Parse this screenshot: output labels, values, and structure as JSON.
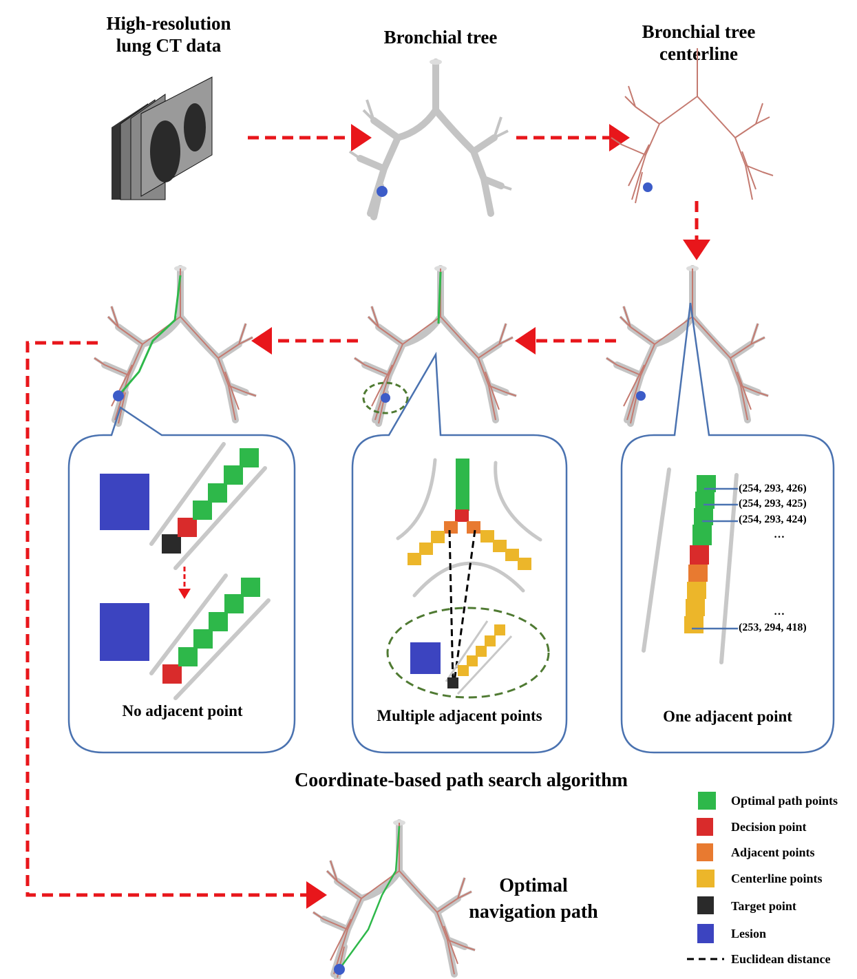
{
  "stages": {
    "ct": {
      "title_line1": "High-resolution",
      "title_line2": "lung CT data"
    },
    "tree": {
      "title": "Bronchial tree"
    },
    "centerline": {
      "title_line1": "Bronchial tree",
      "title_line2": "centerline"
    },
    "optimal": {
      "title_line1": "Optimal",
      "title_line2": "navigation path"
    }
  },
  "panels": {
    "no_adjacent": {
      "caption": "No adjacent point"
    },
    "multiple_adjacent": {
      "caption": "Multiple adjacent points"
    },
    "one_adjacent": {
      "caption": "One adjacent point",
      "coords": [
        "(254, 293, 426)",
        "(254, 293, 425)",
        "(254, 293, 424)",
        "…",
        "…",
        "(253, 294, 418)"
      ]
    }
  },
  "algorithm_title": "Coordinate-based path search algorithm",
  "legend": [
    {
      "label": "Optimal path points",
      "color": "#2eb84a",
      "icon": "green-cube-icon"
    },
    {
      "label": "Decision point",
      "color": "#d92b2b",
      "icon": "red-cube-icon"
    },
    {
      "label": "Adjacent points",
      "color": "#e87a30",
      "icon": "orange-cube-icon"
    },
    {
      "label": "Centerline points",
      "color": "#ecb62a",
      "icon": "yellow-cube-icon"
    },
    {
      "label": "Target point",
      "color": "#2a2a2a",
      "icon": "black-cube-icon"
    },
    {
      "label": "Lesion",
      "color": "#3c44c0",
      "icon": "blue-cube-icon"
    },
    {
      "label": "Euclidean distance",
      "color": "#000000",
      "icon": "dashed-line-icon"
    }
  ],
  "colors": {
    "arrow": "#e8161b",
    "panel_border": "#4a72b0",
    "ellipse": "#4f7a32",
    "airway": "#c8c8c8",
    "centerline": "#c47a70"
  }
}
